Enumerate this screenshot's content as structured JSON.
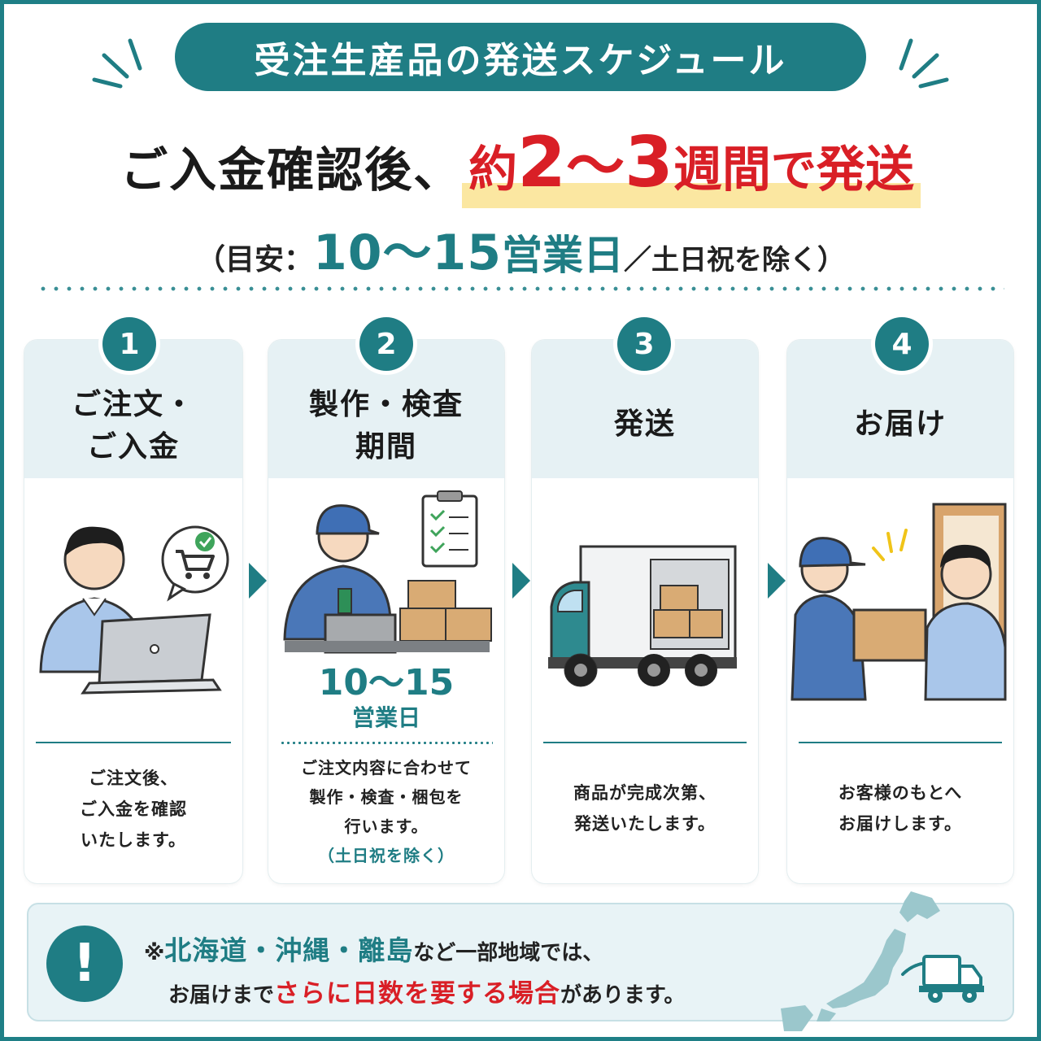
{
  "header": {
    "title": "受注生産品の発送スケジュール"
  },
  "headline": {
    "prefix": "ご入金確認後、",
    "highlight_pre": "約",
    "weeks_min": "2",
    "tilde": "〜",
    "weeks_max": "3",
    "weeks_unit": "週間",
    "particle": "で",
    "action": "発送"
  },
  "subline": {
    "open": "（目安：",
    "range": "10〜15",
    "unit": "営業日",
    "close": "／土日祝を除く）"
  },
  "steps": [
    {
      "number": "1",
      "title_lines": [
        "ご注文・",
        "ご入金"
      ],
      "desc_lines": [
        "ご注文後、",
        "ご入金を確認",
        "いたします。"
      ]
    },
    {
      "number": "2",
      "title_lines": [
        "製作・検査",
        "期間"
      ],
      "days_range": "10〜15",
      "days_unit": "営業日",
      "desc_lines": [
        "ご注文内容に合わせて",
        "製作・検査・梱包を",
        "行います。"
      ],
      "desc_note": "（土日祝を除く）"
    },
    {
      "number": "3",
      "title": "発送",
      "desc_lines": [
        "商品が完成次第、",
        "発送いたします。"
      ]
    },
    {
      "number": "4",
      "title": "お届け",
      "desc_lines": [
        "お客様のもとへ",
        "お届けします。"
      ]
    }
  ],
  "note": {
    "icon": "exclamation-icon",
    "icon_glyph": "!",
    "mark": "※",
    "places": "北海道・沖縄・離島",
    "line1_rest": "など一部地域では、",
    "line2_pre": "お届けまで",
    "line2_emphasis": "さらに日数を要する場合",
    "line2_post": "があります。"
  },
  "colors": {
    "teal": "#1f7d84",
    "red": "#d91f26",
    "highlight": "#fbe7a1",
    "card_head": "#e6f1f4",
    "note_bg": "#e8f3f6"
  }
}
